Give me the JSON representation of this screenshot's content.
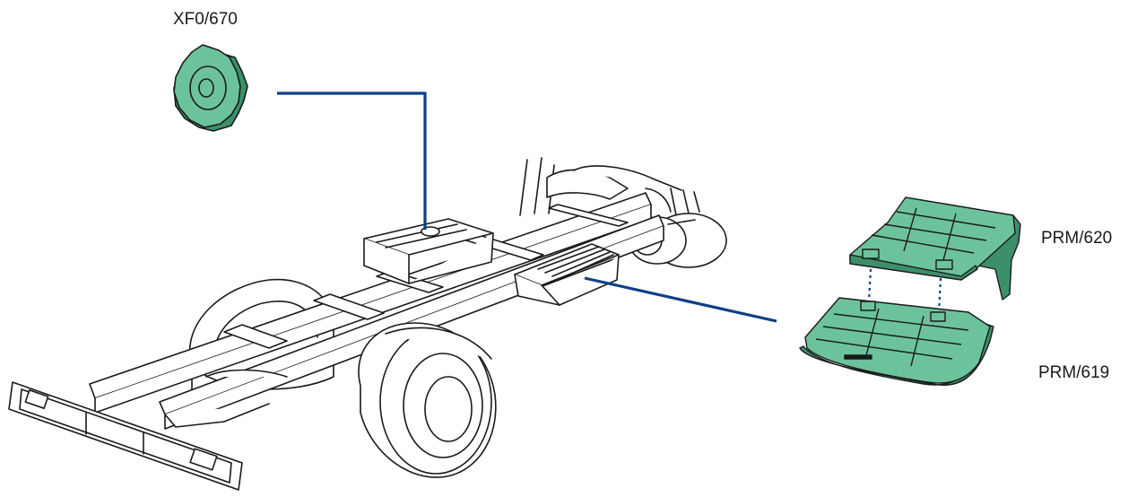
{
  "parts": {
    "fuel_cap": {
      "code": "XF0/670"
    },
    "tray_cover": {
      "code": "PRM/620"
    },
    "tray_base": {
      "code": "PRM/619"
    }
  },
  "colors": {
    "part_fill": "#6cc39b",
    "part_dark": "#3d8f6a",
    "leader_line": "#0d3f86",
    "outline": "#1a1a1a"
  }
}
